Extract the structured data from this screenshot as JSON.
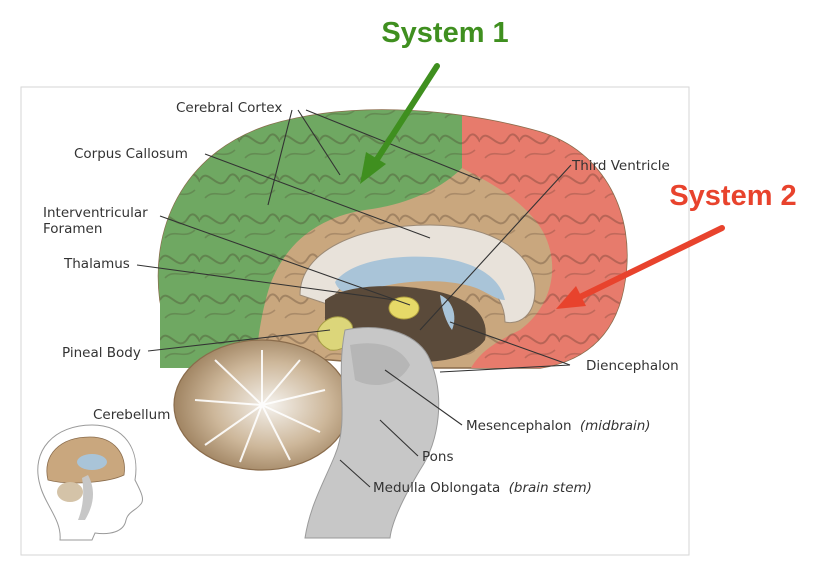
{
  "callouts": {
    "system1": {
      "text": "System 1",
      "color": "#3f8f1f"
    },
    "system2": {
      "text": "System 2",
      "color": "#e8432d"
    }
  },
  "labels": {
    "cerebral_cortex": "Cerebral Cortex",
    "corpus_callosum": "Corpus Callosum",
    "interventricular_1": "Interventricular",
    "interventricular_2": "Foramen",
    "thalamus": "Thalamus",
    "pineal_body": "Pineal Body",
    "cerebellum": "Cerebellum",
    "third_ventricle": "Third Ventricle",
    "diencephalon": "Diencephalon",
    "mesencephalon": "Mesencephalon",
    "mesencephalon_note": "(midbrain)",
    "pons": "Pons",
    "medulla": "Medulla Oblongata",
    "medulla_note": "(brain stem)"
  },
  "colors": {
    "cortex_green": "#6fa862",
    "cortex_red": "#e77b6c",
    "brain_base": "#c9a77e",
    "ventricle": "#a9c4d8",
    "stem": "#c7c7c7"
  }
}
